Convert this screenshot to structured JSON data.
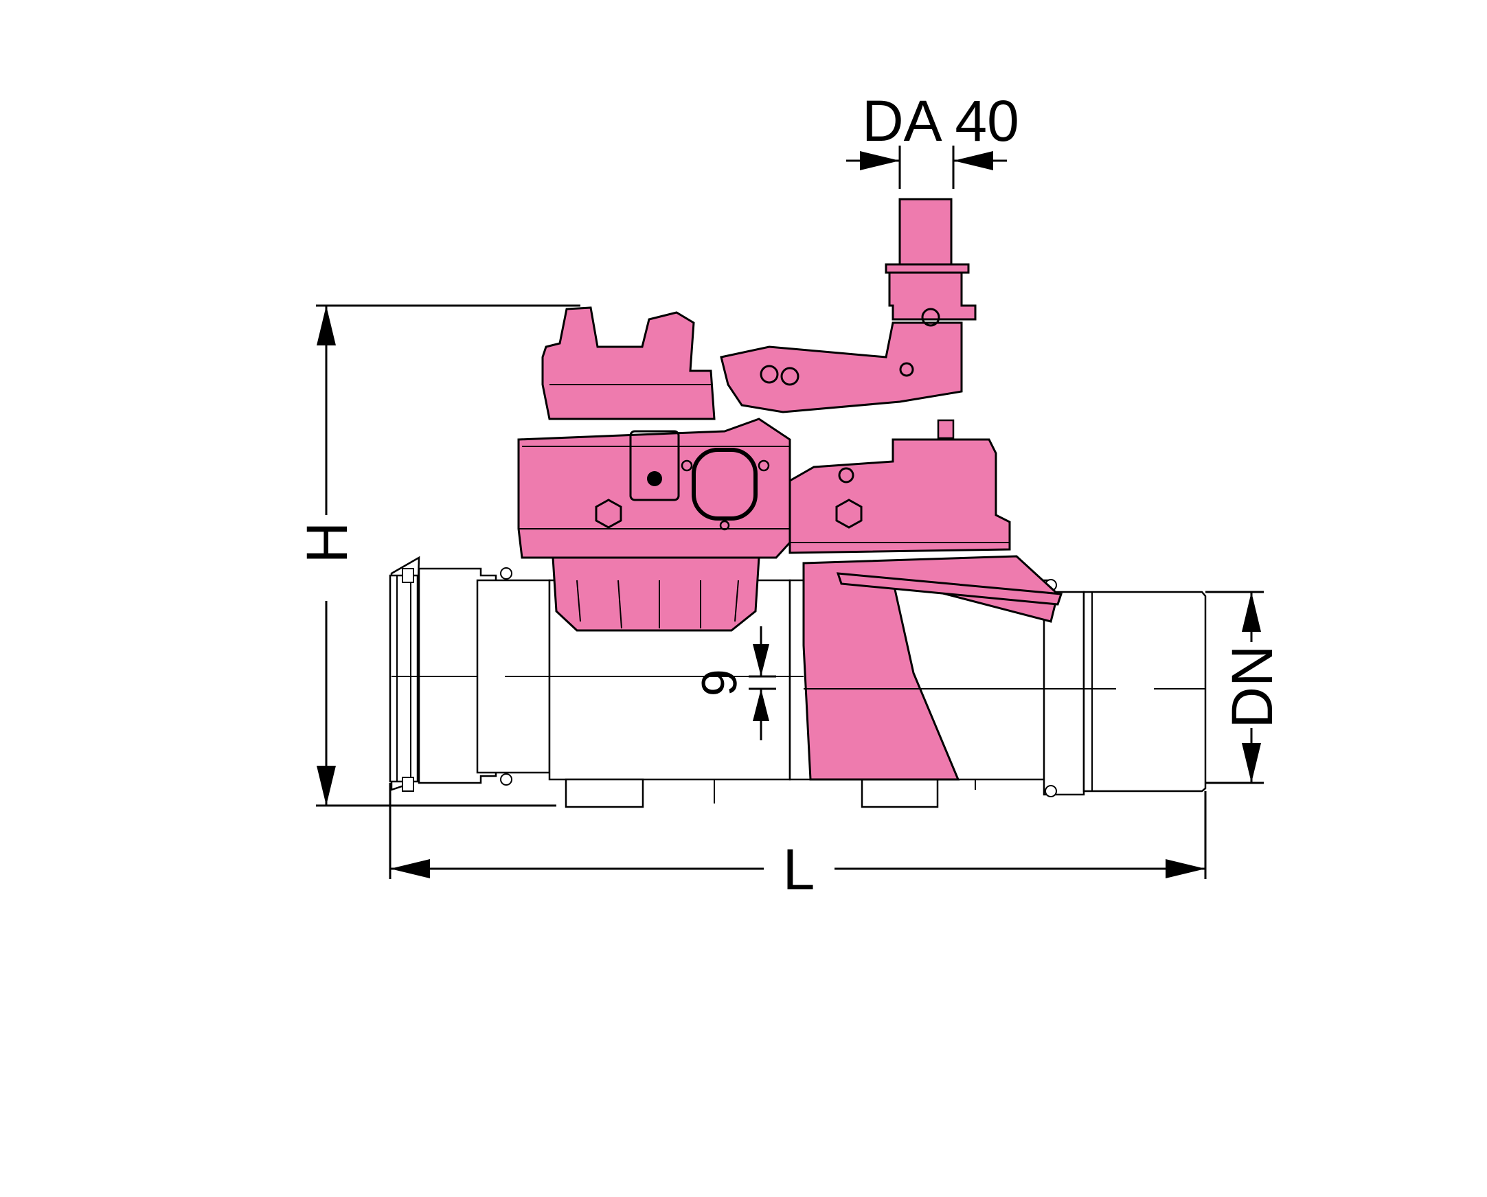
{
  "labels": {
    "da": "DA 40",
    "height": "H",
    "length": "L",
    "nominal_diameter": "DN",
    "offset": "6"
  },
  "colors": {
    "body_fill": "#EE7BAE",
    "line": "#000000",
    "background": "#FFFFFF"
  }
}
